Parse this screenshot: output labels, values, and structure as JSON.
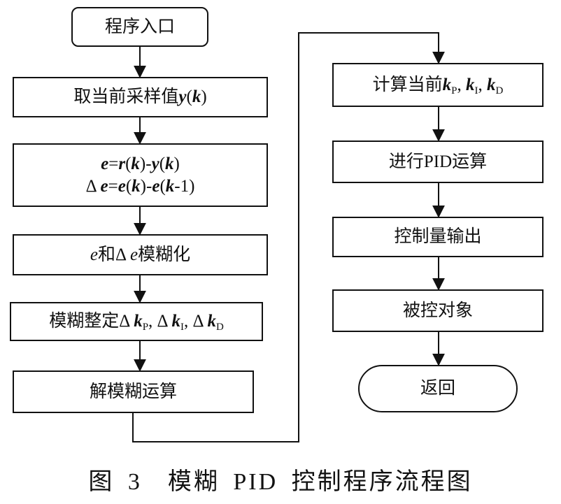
{
  "flowchart": {
    "start": "程序入口",
    "sample": {
      "prefix": "取当前采样值",
      "var": "y",
      "open": "(",
      "arg": "k",
      "close": ")"
    },
    "error": {
      "line1": {
        "e": "e",
        "eq": "=",
        "r": "r",
        "p1": "(",
        "k1": "k",
        "mid": ")-",
        "y": "y",
        "p2": "(",
        "k2": "k",
        "p3": ")"
      },
      "line2": {
        "delta": "Δ",
        "e": "e",
        "eq": "=",
        "e1": "e",
        "p1": "(",
        "k1": "k",
        "mid": ")-",
        "e2": "e",
        "p2": "(",
        "k2": "k",
        "tail": "-1)"
      }
    },
    "fuzzify": {
      "e": "e",
      "and": "和",
      "delta": "Δ",
      "e2": "e",
      "suffix": "模糊化"
    },
    "tuning": {
      "prefix": "模糊整定",
      "delta": "Δ",
      "k": "k",
      "sep": ",",
      "sub_p": "P",
      "sub_i": "I",
      "sub_d": "D"
    },
    "defuzzify": "解模糊运算",
    "compute": {
      "prefix": "计算当前",
      "k": "k",
      "sep": ",",
      "sub_p": "P",
      "sub_i": "I",
      "sub_d": "D"
    },
    "pid": "进行PID运算",
    "output": "控制量输出",
    "plant": "被控对象",
    "return": "返回"
  },
  "caption": "图 3　模糊 PID 控制程序流程图"
}
